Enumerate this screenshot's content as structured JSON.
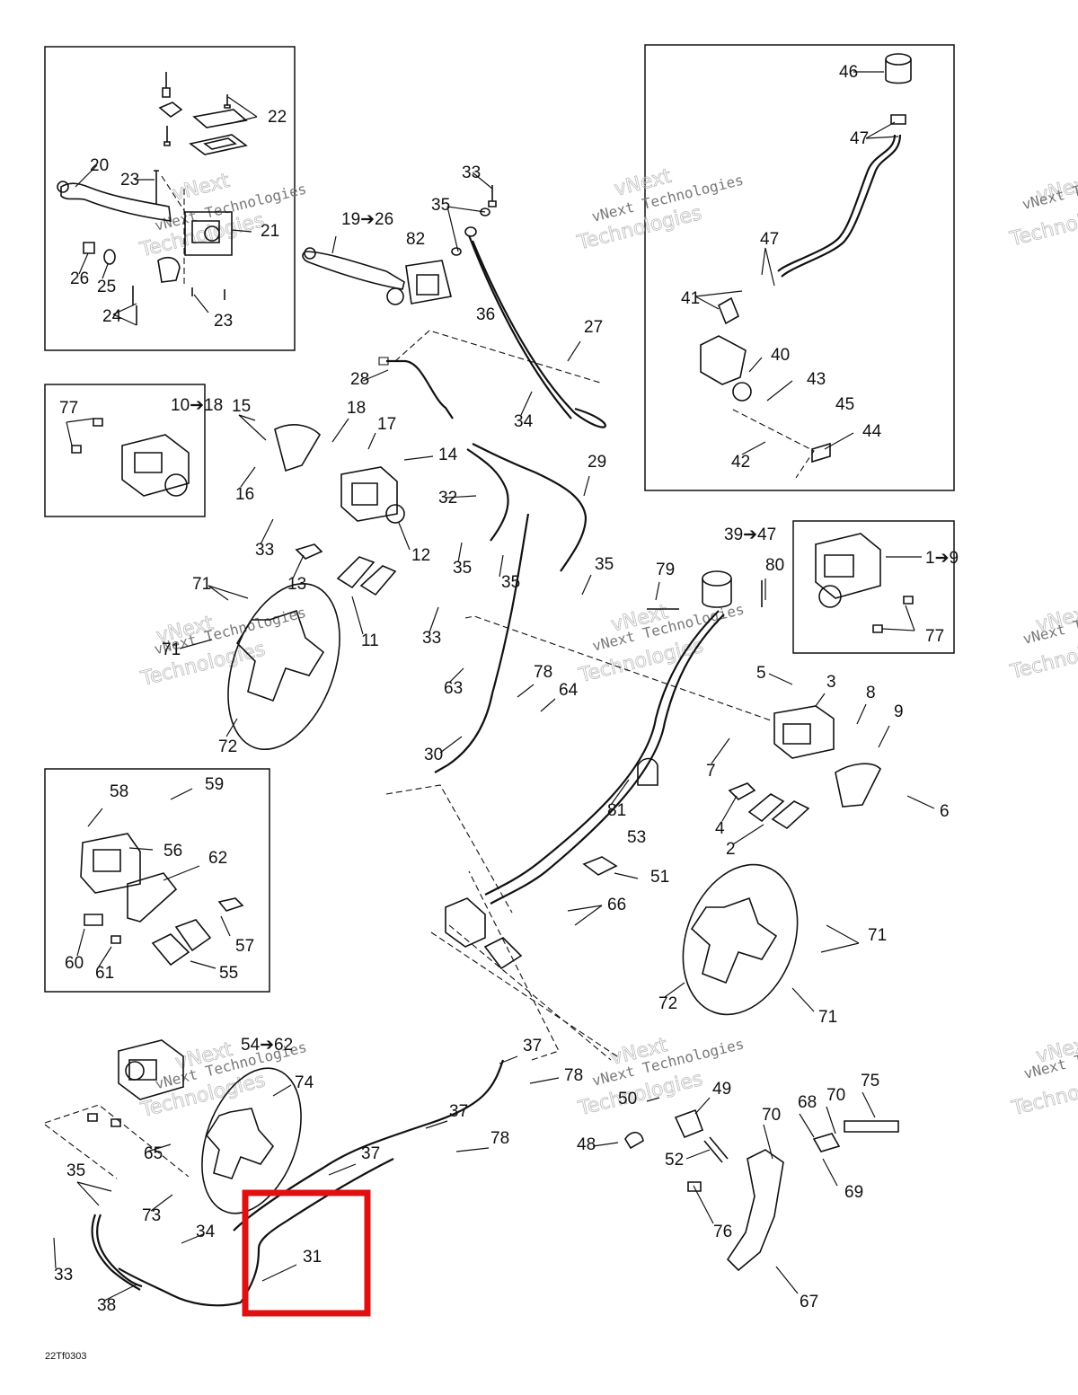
{
  "diagram": {
    "code": "22Tf0303",
    "watermark": {
      "line1": "vNext",
      "line2": "vNext Technologies",
      "line3": "Technologies"
    },
    "highlight_color": "#e01010",
    "highlighted_part": "31",
    "callouts": [
      "20",
      "23",
      "22",
      "21",
      "26",
      "25",
      "24",
      "23",
      "19➔26",
      "82",
      "36",
      "33",
      "35",
      "27",
      "28",
      "34",
      "46",
      "47",
      "47",
      "41",
      "40",
      "43",
      "45",
      "44",
      "42",
      "77",
      "10➔18",
      "15",
      "18",
      "17",
      "14",
      "16",
      "32",
      "29",
      "33",
      "13",
      "12",
      "35",
      "35",
      "35",
      "33",
      "11",
      "71",
      "71",
      "72",
      "39➔47",
      "79",
      "80",
      "1➔9",
      "77",
      "5",
      "3",
      "8",
      "9",
      "7",
      "6",
      "4",
      "2",
      "78",
      "64",
      "63",
      "30",
      "81",
      "58",
      "59",
      "56",
      "62",
      "60",
      "61",
      "57",
      "55",
      "53",
      "51",
      "66",
      "71",
      "72",
      "71",
      "54➔62",
      "74",
      "65",
      "37",
      "78",
      "37",
      "78",
      "37",
      "38",
      "31",
      "35",
      "34",
      "33",
      "73",
      "50",
      "49",
      "48",
      "52",
      "75",
      "70",
      "68",
      "70",
      "69",
      "76",
      "67"
    ]
  }
}
